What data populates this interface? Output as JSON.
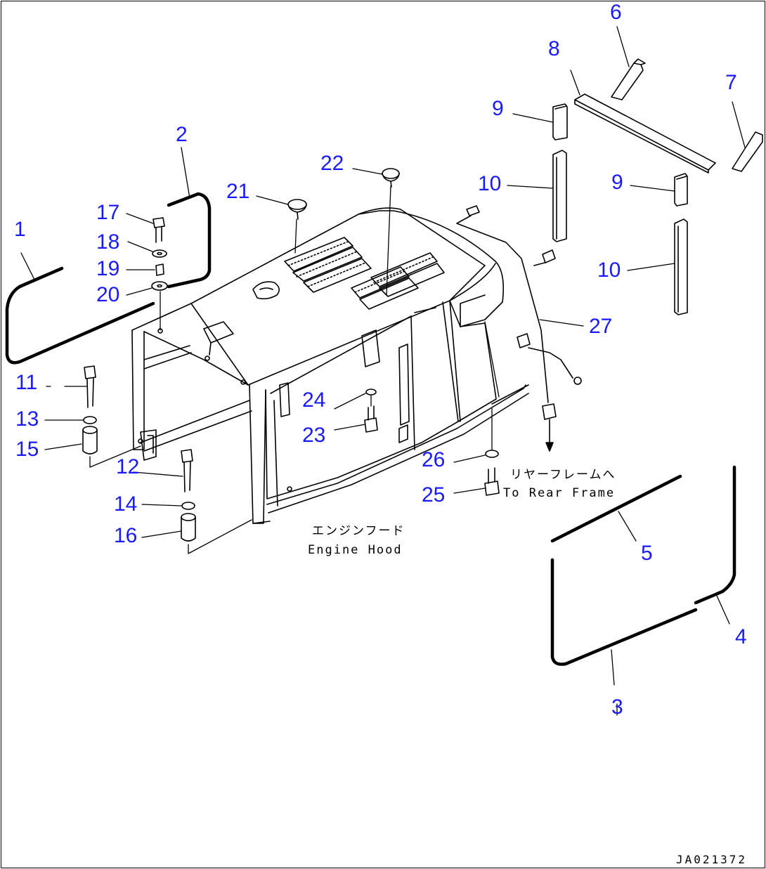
{
  "diagram": {
    "drawing_id": "JA021372",
    "callout_color": "#1a1aff",
    "line_color": "#000000",
    "notes": {
      "engine_hood_jp": "エンジンフード",
      "engine_hood_en": "Engine Hood",
      "rear_frame_jp": "リヤーフレームへ",
      "rear_frame_en": "To Rear Frame"
    },
    "callouts": [
      {
        "id": "c1",
        "label": "1"
      },
      {
        "id": "c2",
        "label": "2"
      },
      {
        "id": "c3",
        "label": "3"
      },
      {
        "id": "c4",
        "label": "4"
      },
      {
        "id": "c5",
        "label": "5"
      },
      {
        "id": "c6",
        "label": "6"
      },
      {
        "id": "c7",
        "label": "7"
      },
      {
        "id": "c8",
        "label": "8"
      },
      {
        "id": "c9a",
        "label": "9"
      },
      {
        "id": "c9b",
        "label": "9"
      },
      {
        "id": "c10a",
        "label": "10"
      },
      {
        "id": "c10b",
        "label": "10"
      },
      {
        "id": "c11",
        "label": "11"
      },
      {
        "id": "c12",
        "label": "12"
      },
      {
        "id": "c13",
        "label": "13"
      },
      {
        "id": "c14",
        "label": "14"
      },
      {
        "id": "c15",
        "label": "15"
      },
      {
        "id": "c16",
        "label": "16"
      },
      {
        "id": "c17",
        "label": "17"
      },
      {
        "id": "c18",
        "label": "18"
      },
      {
        "id": "c19",
        "label": "19"
      },
      {
        "id": "c20",
        "label": "20"
      },
      {
        "id": "c21",
        "label": "21"
      },
      {
        "id": "c22",
        "label": "22"
      },
      {
        "id": "c23",
        "label": "23"
      },
      {
        "id": "c24",
        "label": "24"
      },
      {
        "id": "c25",
        "label": "25"
      },
      {
        "id": "c26",
        "label": "26"
      },
      {
        "id": "c27",
        "label": "27"
      }
    ]
  }
}
